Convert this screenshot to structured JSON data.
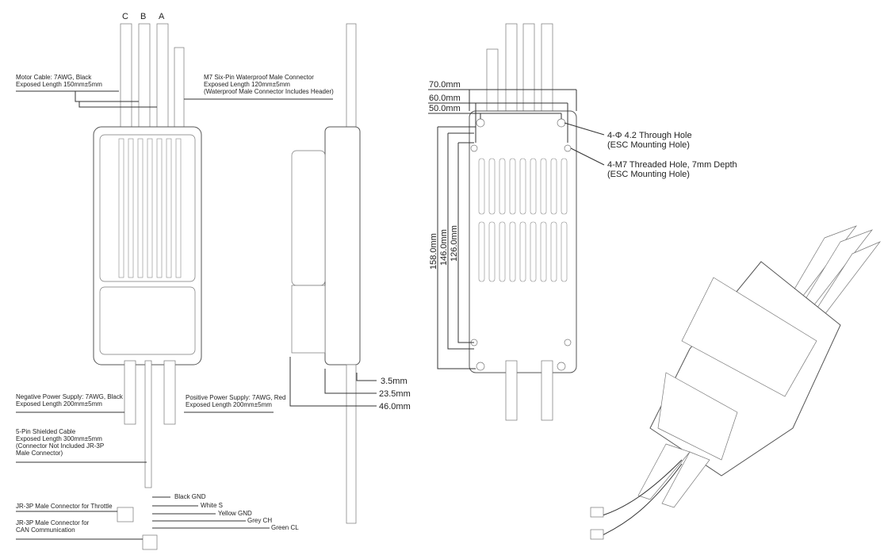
{
  "phase_labels": {
    "c": "C",
    "b": "B",
    "a": "A"
  },
  "front_view": {
    "motor_cable": [
      "Motor Cable: 7AWG, Black",
      "Exposed Length 150mm±5mm"
    ],
    "connector": [
      "M7 Six-Pin Waterproof Male Connector",
      "Exposed Length 120mm±5mm",
      "(Waterproof Male Connector Includes Header)"
    ],
    "negative_power": [
      "Negative Power Supply: 7AWG, Black",
      "Exposed Length 200mm±5mm"
    ],
    "positive_power": [
      "Positive Power Supply: 7AWG, Red",
      "Exposed Length 200mm±5mm"
    ],
    "shielded_cable": [
      "5-Pin Shielded Cable",
      "Exposed Length 300mm±5mm",
      "(Connector Not Included JR-3P",
      "Male Connector)"
    ],
    "throttle_connector": "JR-3P Male Connector for Throttle",
    "can_connector": [
      "JR-3P Male Connector for",
      "CAN Communication"
    ],
    "wires": [
      "Black GND",
      "White S",
      "Yellow GND",
      "Grey CH",
      "Green CL"
    ]
  },
  "side_view": {
    "dimensions": [
      "3.5mm",
      "23.5mm",
      "46.0mm"
    ]
  },
  "top_view": {
    "width_dimensions": [
      "70.0mm",
      "60.0mm",
      "50.0mm"
    ],
    "height_dimensions": [
      "158.0mm",
      "146.0mm",
      "126.0mm"
    ],
    "through_hole": [
      "4-Φ 4.2 Through Hole",
      "(ESC Mounting Hole)"
    ],
    "threaded_hole": [
      "4-M7 Threaded Hole, 7mm Depth",
      "(ESC Mounting Hole)"
    ]
  }
}
